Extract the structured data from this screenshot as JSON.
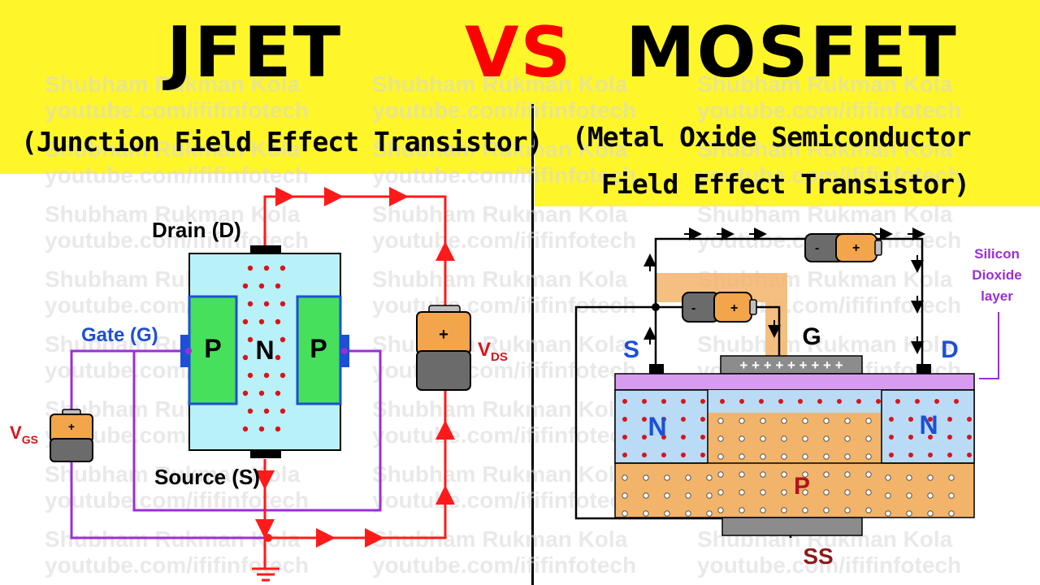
{
  "title": {
    "left": "JFET",
    "vs": "VS",
    "right": "MOSFET",
    "left_subtitle": "(Junction Field Effect Transistor)",
    "right_subtitle_line1": "(Metal Oxide Semiconductor",
    "right_subtitle_line2": "Field Effect Transistor)"
  },
  "colors": {
    "yellow": "#fff62a",
    "vs_red": "#ff0000",
    "channel_cyan": "#b9f1f8",
    "p_green": "#46e05a",
    "gate_blue": "#1d4fd8",
    "wire_red": "#ff1a1a",
    "wire_purple": "#9b2fd6",
    "oxide_purple": "#d79cf0",
    "p_substrate": "#f2b46a",
    "n_region": "#b9dbf6"
  },
  "watermark": {
    "line1": "Shubham Rukman Kola",
    "line2": "youtube.com/ififinfotech"
  },
  "jfet": {
    "drain_label": "Drain (D)",
    "gate_label": "Gate (G)",
    "source_label": "Source (S)",
    "p_left": "P",
    "n_channel": "N",
    "p_right": "P",
    "vds_main": "V",
    "vds_sub": "DS",
    "vgs_main": "V",
    "vgs_sub": "GS",
    "battery_plus": "+"
  },
  "mosfet": {
    "s_label": "S",
    "g_label": "G",
    "d_label": "D",
    "n_left": "N",
    "n_right": "N",
    "p_body": "P",
    "ss_label": "SS",
    "oxide_label_1": "Silicon",
    "oxide_label_2": "Dioxide",
    "oxide_label_3": "layer",
    "gate_charges": "+ + + + + + + + +",
    "battery_plus": "+",
    "battery_minus": "-"
  }
}
